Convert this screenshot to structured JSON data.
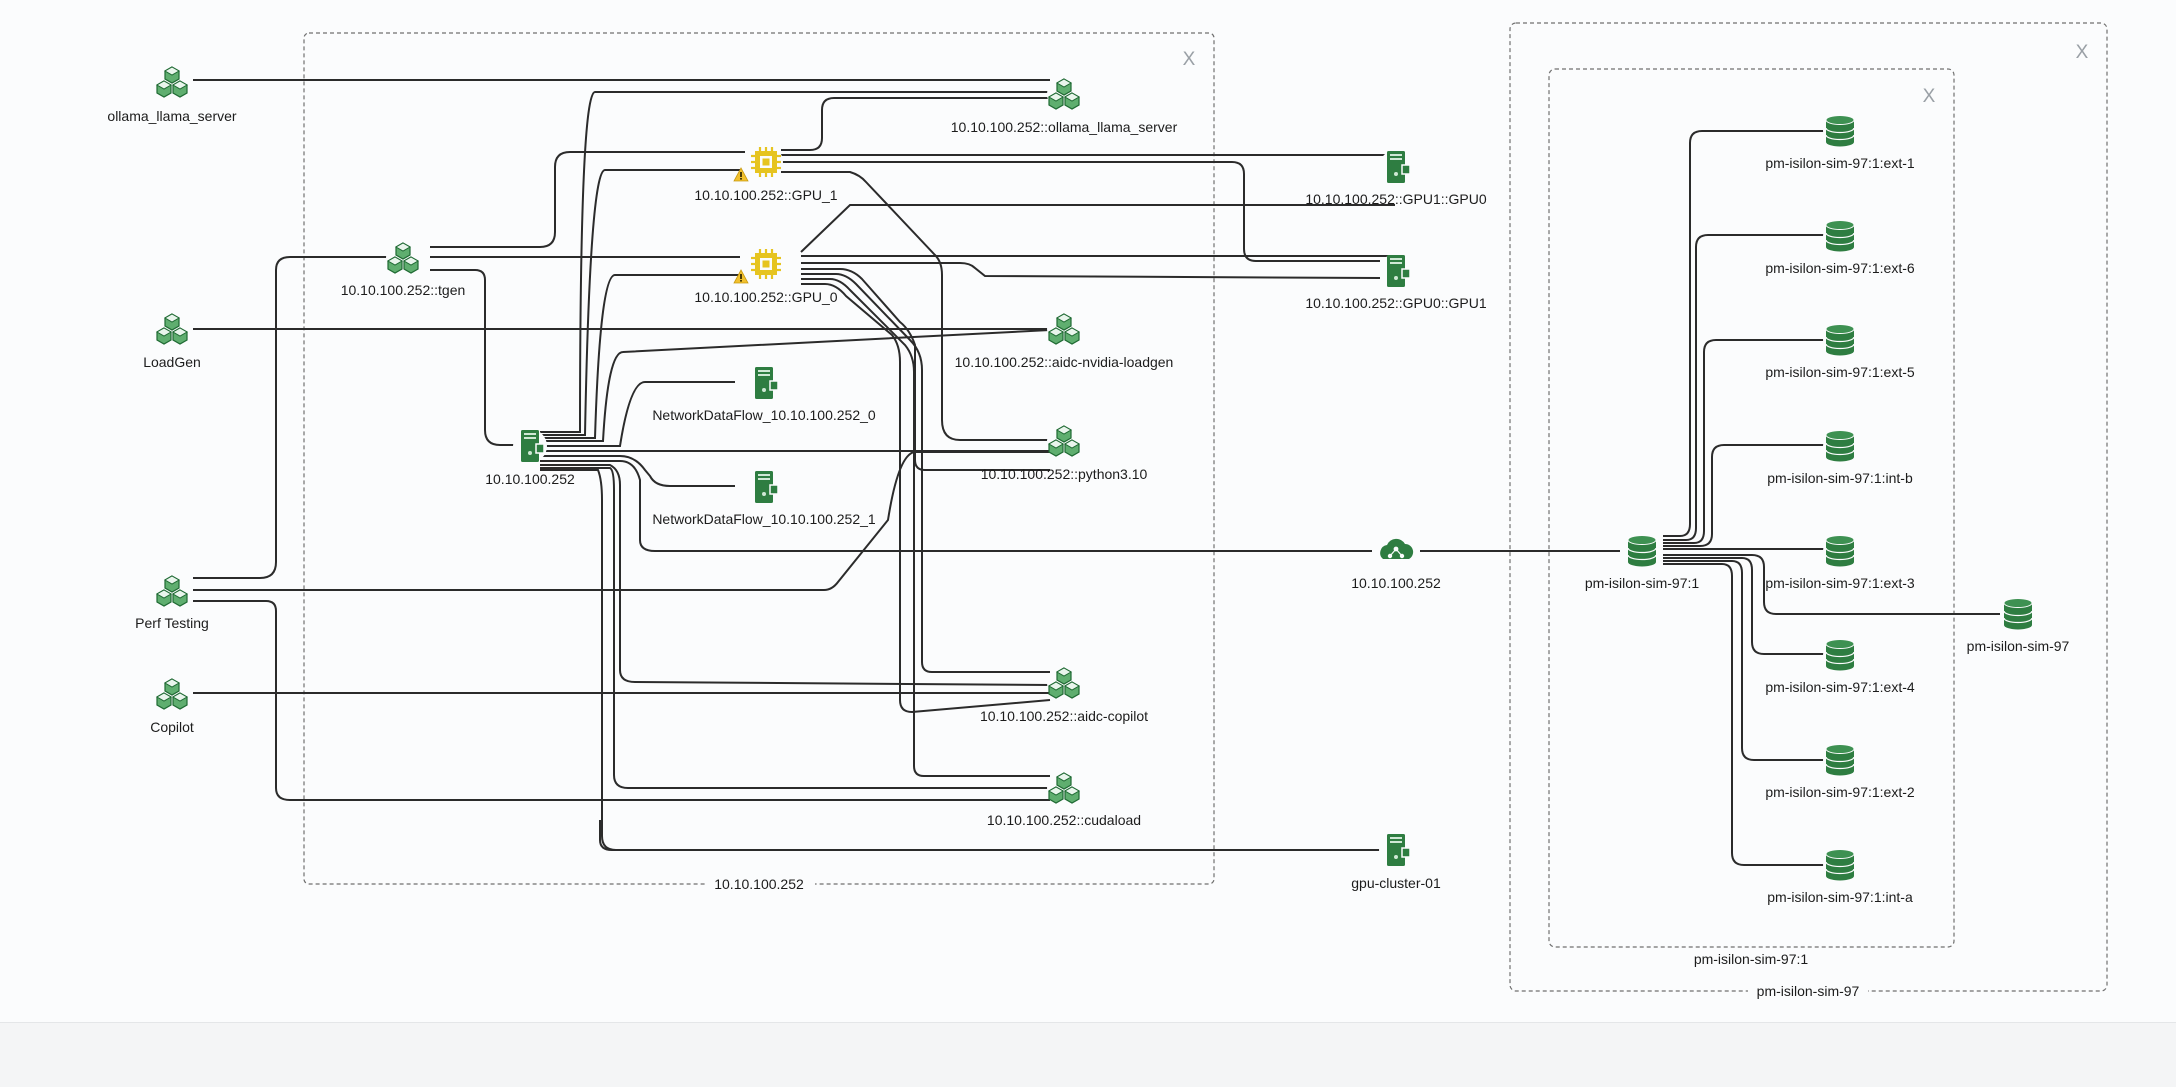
{
  "colors": {
    "icon_green": "#2e7d41",
    "icon_green_light": "#5fae6f",
    "gpu_yellow": "#e6c420",
    "warning_yellow": "#f2c12e",
    "edge": "#2b2b2b",
    "group_border": "#707070"
  },
  "groups": [
    {
      "id": "grp-host",
      "label": "10.10.100.252",
      "close": "X"
    },
    {
      "id": "grp-sim97",
      "label": "pm-isilon-sim-97",
      "close": "X"
    },
    {
      "id": "grp-sim97-1",
      "label": "pm-isilon-sim-97:1",
      "close": "X"
    }
  ],
  "nodes": [
    {
      "id": "ollama",
      "label": "ollama_llama_server",
      "icon": "cubes-icon"
    },
    {
      "id": "tgen",
      "label": "10.10.100.252::tgen",
      "icon": "cubes-icon"
    },
    {
      "id": "loadgen",
      "label": "LoadGen",
      "icon": "cubes-icon"
    },
    {
      "id": "perf",
      "label": "Perf Testing",
      "icon": "cubes-icon"
    },
    {
      "id": "copilot",
      "label": "Copilot",
      "icon": "cubes-icon"
    },
    {
      "id": "host",
      "label": "10.10.100.252",
      "icon": "server-icon"
    },
    {
      "id": "ollama-srv",
      "label": "10.10.100.252::ollama_llama_server",
      "icon": "cubes-icon"
    },
    {
      "id": "gpu1",
      "label": "10.10.100.252::GPU_1",
      "icon": "gpu-chip-icon",
      "warning": true
    },
    {
      "id": "gpu0",
      "label": "10.10.100.252::GPU_0",
      "icon": "gpu-chip-icon",
      "warning": true
    },
    {
      "id": "loadgen-proc",
      "label": "10.10.100.252::aidc-nvidia-loadgen",
      "icon": "cubes-icon"
    },
    {
      "id": "ndf0",
      "label": "NetworkDataFlow_10.10.100.252_0",
      "icon": "server-icon"
    },
    {
      "id": "python",
      "label": "10.10.100.252::python3.10",
      "icon": "cubes-icon"
    },
    {
      "id": "ndf1",
      "label": "NetworkDataFlow_10.10.100.252_1",
      "icon": "server-icon"
    },
    {
      "id": "copilot-proc",
      "label": "10.10.100.252::aidc-copilot",
      "icon": "cubes-icon"
    },
    {
      "id": "cudaload",
      "label": "10.10.100.252::cudaload",
      "icon": "cubes-icon"
    },
    {
      "id": "gpu1-gpu0",
      "label": "10.10.100.252::GPU1::GPU0",
      "icon": "server-icon"
    },
    {
      "id": "gpu0-gpu1",
      "label": "10.10.100.252::GPU0::GPU1",
      "icon": "server-icon"
    },
    {
      "id": "net",
      "label": "10.10.100.252",
      "icon": "network-cloud-icon"
    },
    {
      "id": "cluster",
      "label": "gpu-cluster-01",
      "icon": "server-icon"
    },
    {
      "id": "sim1",
      "label": "pm-isilon-sim-97:1",
      "icon": "database-icon"
    },
    {
      "id": "ext1",
      "label": "pm-isilon-sim-97:1:ext-1",
      "icon": "database-icon"
    },
    {
      "id": "ext6",
      "label": "pm-isilon-sim-97:1:ext-6",
      "icon": "database-icon"
    },
    {
      "id": "ext5",
      "label": "pm-isilon-sim-97:1:ext-5",
      "icon": "database-icon"
    },
    {
      "id": "intb",
      "label": "pm-isilon-sim-97:1:int-b",
      "icon": "database-icon"
    },
    {
      "id": "ext3",
      "label": "pm-isilon-sim-97:1:ext-3",
      "icon": "database-icon"
    },
    {
      "id": "ext4",
      "label": "pm-isilon-sim-97:1:ext-4",
      "icon": "database-icon"
    },
    {
      "id": "ext2",
      "label": "pm-isilon-sim-97:1:ext-2",
      "icon": "database-icon"
    },
    {
      "id": "inta",
      "label": "pm-isilon-sim-97:1:int-a",
      "icon": "database-icon"
    },
    {
      "id": "sim97",
      "label": "pm-isilon-sim-97",
      "icon": "database-icon"
    }
  ]
}
